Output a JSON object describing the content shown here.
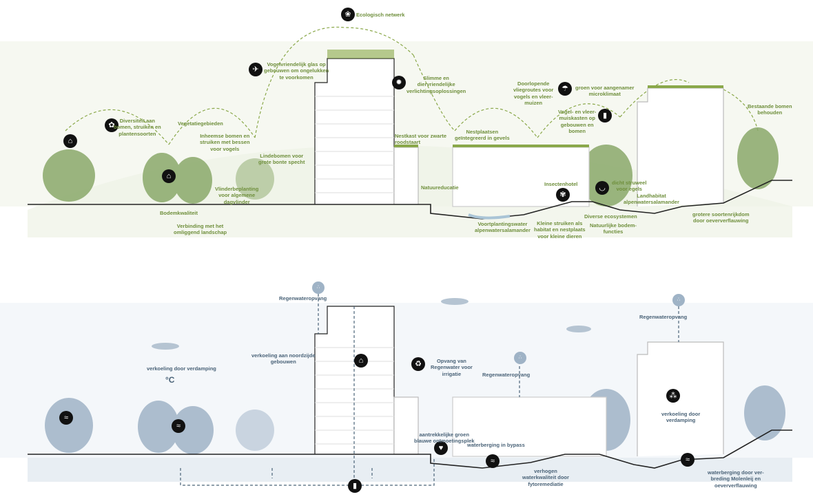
{
  "colors": {
    "ecology": "#6f8f3c",
    "water": "#4a6378",
    "tree_green": "#8aa86a",
    "tree_blue": "#9fb3c6"
  },
  "top": {
    "title": "Ecologisch netwerk",
    "labels": [
      "Diversiteit aan\nbomen, struiken en\nplantensoorten",
      "Vegetatiegebieden",
      "Inheemse bomen en\nstruiken met bessen\nvoor vogels",
      "Lindebomen voor\ngrote bonte specht",
      "Vlinderbeplanting\nvoor algemene\ndagvlinder",
      "Bodemkwaliteit",
      "Verbinding met het\nomliggend landschap",
      "Vogelvriendelijk glas op\ngebouwen om ongelukken\nte voorkomen",
      "Slimme en\ndiervriendelijke\nverlichtingsoplossingen",
      "Nestkast voor zwarte\nroodstaart",
      "Natuureducatie",
      "Doorlopende\nvliegroutes voor\nvogels en vleer-\nmuizen",
      "Nestplaatsen\ngeïntegreerd in gevels",
      "groen voor aangenamer\nmicroklimaat",
      "Vogel- en vleer-\nmuiskasten op\ngebouwen en\nbomen",
      "Bestaande bomen\nbehouden",
      "Insectenhotel",
      "dicht struweel\nvoor egels",
      "Landhabitat\nalpenwatersalamander",
      "Voortplantingswater\nalpenwatersalamander",
      "Kleine struiken als\nhabitat en nestplaats\nvoor kleine dieren",
      "Diverse ecosystemen",
      "Natuurlijke bodem-\nfuncties",
      "grotere soortenrijkdom\ndoor oeververflauwing"
    ]
  },
  "bottom": {
    "labels": [
      "Regenwateropvang",
      "verkoeling aan noordzijde\ngebouwen",
      "verkoeling door verdamping",
      "°C",
      "Opvang van\nRegenwater voor\nirrigatie",
      "Regenwateropvang",
      "Regenwateropvang",
      "verkoeling door\nverdamping",
      "aantrekkelijke groen\nblauwe ontmoetingsplek",
      "waterberging in bypass",
      "verhogen\nwaterkwaliteit door\nfytoremediatie",
      "waterberging door ver-\nbreding Molenleij en\noeververflauwing"
    ]
  }
}
